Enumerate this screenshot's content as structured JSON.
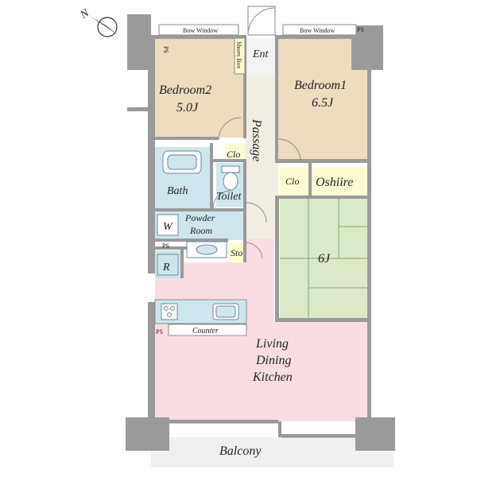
{
  "compass": {
    "label": "N",
    "icon": "north-arrow-icon"
  },
  "rooms": {
    "bedroom2": {
      "name": "Bedroom2",
      "size": "5.0J"
    },
    "bedroom1": {
      "name": "Bedroom1",
      "size": "6.5J"
    },
    "entrance": "Ent",
    "shoes_box": "Shoes Box",
    "passage": "Passage",
    "closet_a": "Clo",
    "closet_b": "Clo",
    "oshiire": "Oshiire",
    "bath": "Bath",
    "toilet": "Toilet",
    "powder_room": [
      "Powder",
      "Room"
    ],
    "washer": "W",
    "storage": "Sto",
    "refrigerator": "R",
    "tatami": "6J",
    "ldk": [
      "Living",
      "Dining",
      "Kitchen"
    ],
    "counter": "Counter",
    "balcony": "Balcony"
  },
  "windows": {
    "left": "Bow Window",
    "right": "Bow Window"
  },
  "pipe_spaces": [
    "PS",
    "PS",
    "PS",
    "PS"
  ],
  "colors": {
    "bedroom": "#eddcc0",
    "bath": "#cfe6ee",
    "tatami": "#daeac8",
    "ldk": "#f9dde2",
    "closet": "#fdfbd2",
    "wall": "#9a9a9a",
    "floor_plain": "#ffffff"
  }
}
